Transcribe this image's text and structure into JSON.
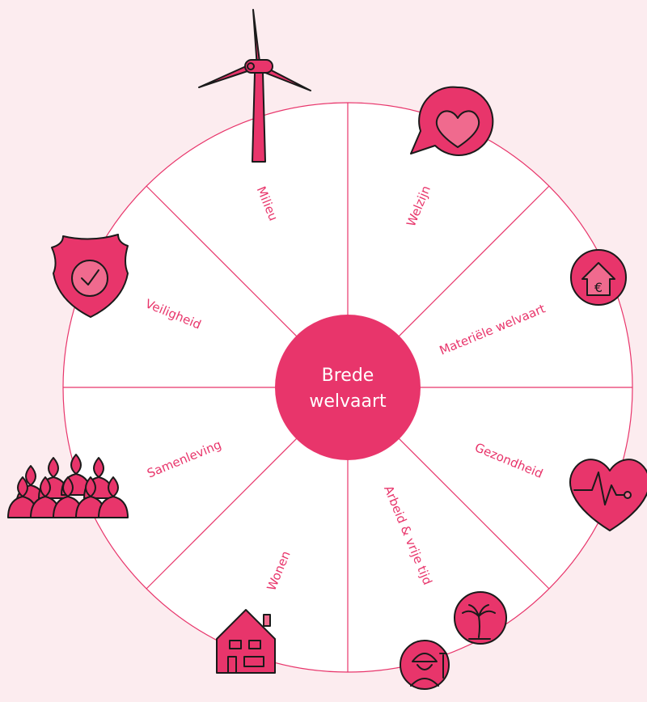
{
  "center": {
    "line1": "Brede",
    "line2": "welvaart"
  },
  "segments": [
    {
      "id": "milieu",
      "label": "Milieu",
      "icon": "wind-turbine-icon"
    },
    {
      "id": "welzijn",
      "label": "Welzijn",
      "icon": "heart-speech-bubble-icon"
    },
    {
      "id": "materiele",
      "label": "Materiële welvaart",
      "icon": "house-euro-icon"
    },
    {
      "id": "gezondheid",
      "label": "Gezondheid",
      "icon": "heart-pulse-icon"
    },
    {
      "id": "arbeid",
      "label": "Arbeid & vrije tijd",
      "icon": "worker-palm-tree-icon"
    },
    {
      "id": "wonen",
      "label": "Wonen",
      "icon": "house-icon"
    },
    {
      "id": "samenleving",
      "label": "Samenleving",
      "icon": "people-group-icon"
    },
    {
      "id": "veiligheid",
      "label": "Veiligheid",
      "icon": "shield-check-icon"
    }
  ],
  "colors": {
    "background": "#fcecef",
    "accent": "#e8356b",
    "wheel": "#ffffff",
    "outline": "#1a1a1a"
  }
}
